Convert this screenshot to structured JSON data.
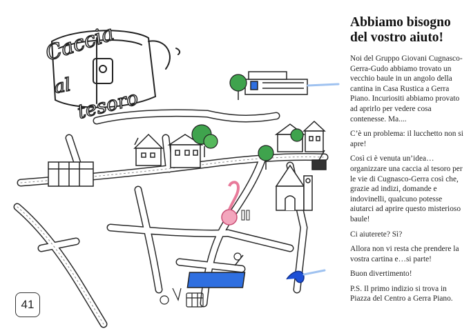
{
  "page": {
    "number": "41"
  },
  "logo": {
    "line1": "Caccia",
    "line2": "al",
    "line3": "tesoro"
  },
  "article": {
    "title_line1": "Abbiamo bisogno",
    "title_line2": "del vostro aiuto!",
    "paragraphs": [
      "Noi del Gruppo Giovani Cugnasco-Gerra-Gudo abbiamo trovato un vecchio baule in un angolo della cantina in Casa Rustica a Gerra Piano. Incuriositi abbiamo provato ad aprirlo per vedere cosa contenesse. Ma....",
      "C’è un problema: il lucchetto non si apre!",
      "Così ci è venuta un’idea… organizzare una caccia al tesoro per le vie di Cugnasco-Gerra così che, grazie ad indizi, domande e indovinelli, qualcuno potesse aiutarci ad aprire questo misterioso baule!",
      "Ci aiuterete? Sì?",
      "Allora non vi resta che prendere la vostra cartina e…si parte!",
      "Buon divertimento!",
      "P.S. Il primo indizio si trova in Piazza del Centro a Gerra Piano."
    ]
  },
  "colors": {
    "ink": "#222222",
    "road": "#ffffff",
    "tree_green": "#3fa34d",
    "pink_marker": "#e87a9a",
    "pool_blue": "#2f6fe0",
    "wave_blue": "#1c4fd6"
  }
}
